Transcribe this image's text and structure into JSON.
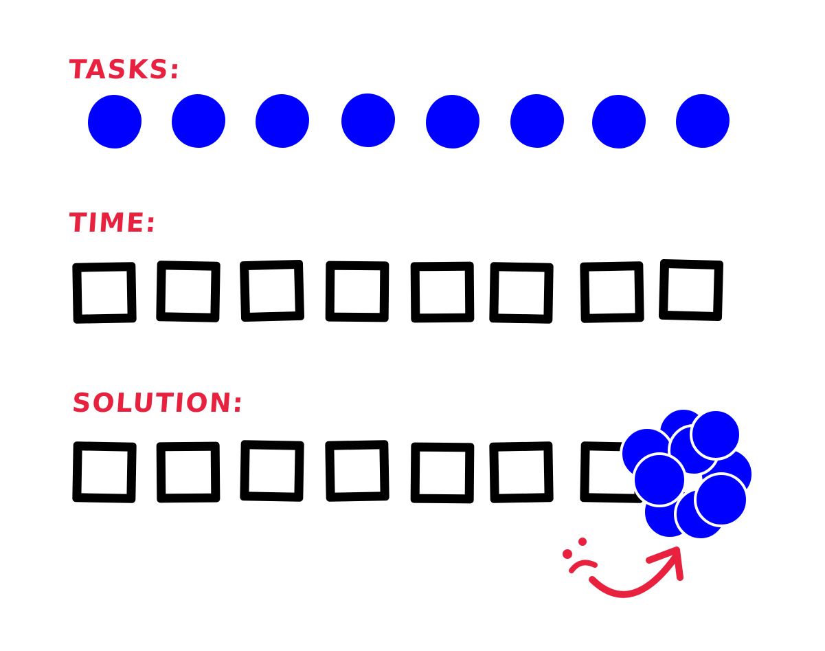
{
  "labels": {
    "tasks": "TASKS:",
    "time": "TIME:",
    "solution": "SOLUTION:"
  },
  "tasks_count": 8,
  "time_slots_count": 8,
  "solution_slots_count": 7,
  "colors": {
    "label": "#e8213f",
    "task_dot": "#0000ff",
    "slot_border": "#000000",
    "sad_face": "#e8213f"
  },
  "icons": {
    "crammed_tasks": "cluster-of-task-circles",
    "sad_face": "frowning-face-icon",
    "arrow": "curved-arrow-icon"
  }
}
